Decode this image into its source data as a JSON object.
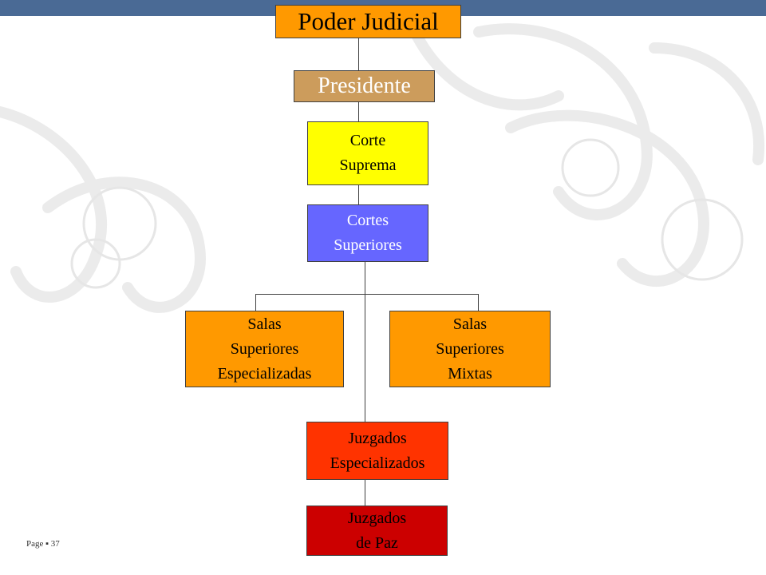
{
  "diagram": {
    "nodes": [
      {
        "id": "poder-judicial",
        "label": "Poder Judicial",
        "color": "#ff9900"
      },
      {
        "id": "presidente",
        "label": "Presidente",
        "color": "#cc9c5c"
      },
      {
        "id": "corte-suprema",
        "label": "Corte\nSuprema",
        "color": "#ffff00"
      },
      {
        "id": "cortes-superiores",
        "label": "Cortes\nSuperiores",
        "color": "#6666ff"
      },
      {
        "id": "salas-especializadas",
        "label": "Salas\nSuperiores\nEspecializadas",
        "color": "#ff9900"
      },
      {
        "id": "salas-mixtas",
        "label": "Salas\nSuperiores\nMixtas",
        "color": "#ff9900"
      },
      {
        "id": "juzgados-especializados",
        "label": "Juzgados\nEspecializados",
        "color": "#ff3300"
      },
      {
        "id": "juzgados-de-paz",
        "label": "Juzgados\nde Paz",
        "color": "#cc0000"
      }
    ]
  },
  "footer": {
    "page_label": "Page",
    "page_number": "37"
  },
  "theme": {
    "topbar": "#4a6a95"
  }
}
